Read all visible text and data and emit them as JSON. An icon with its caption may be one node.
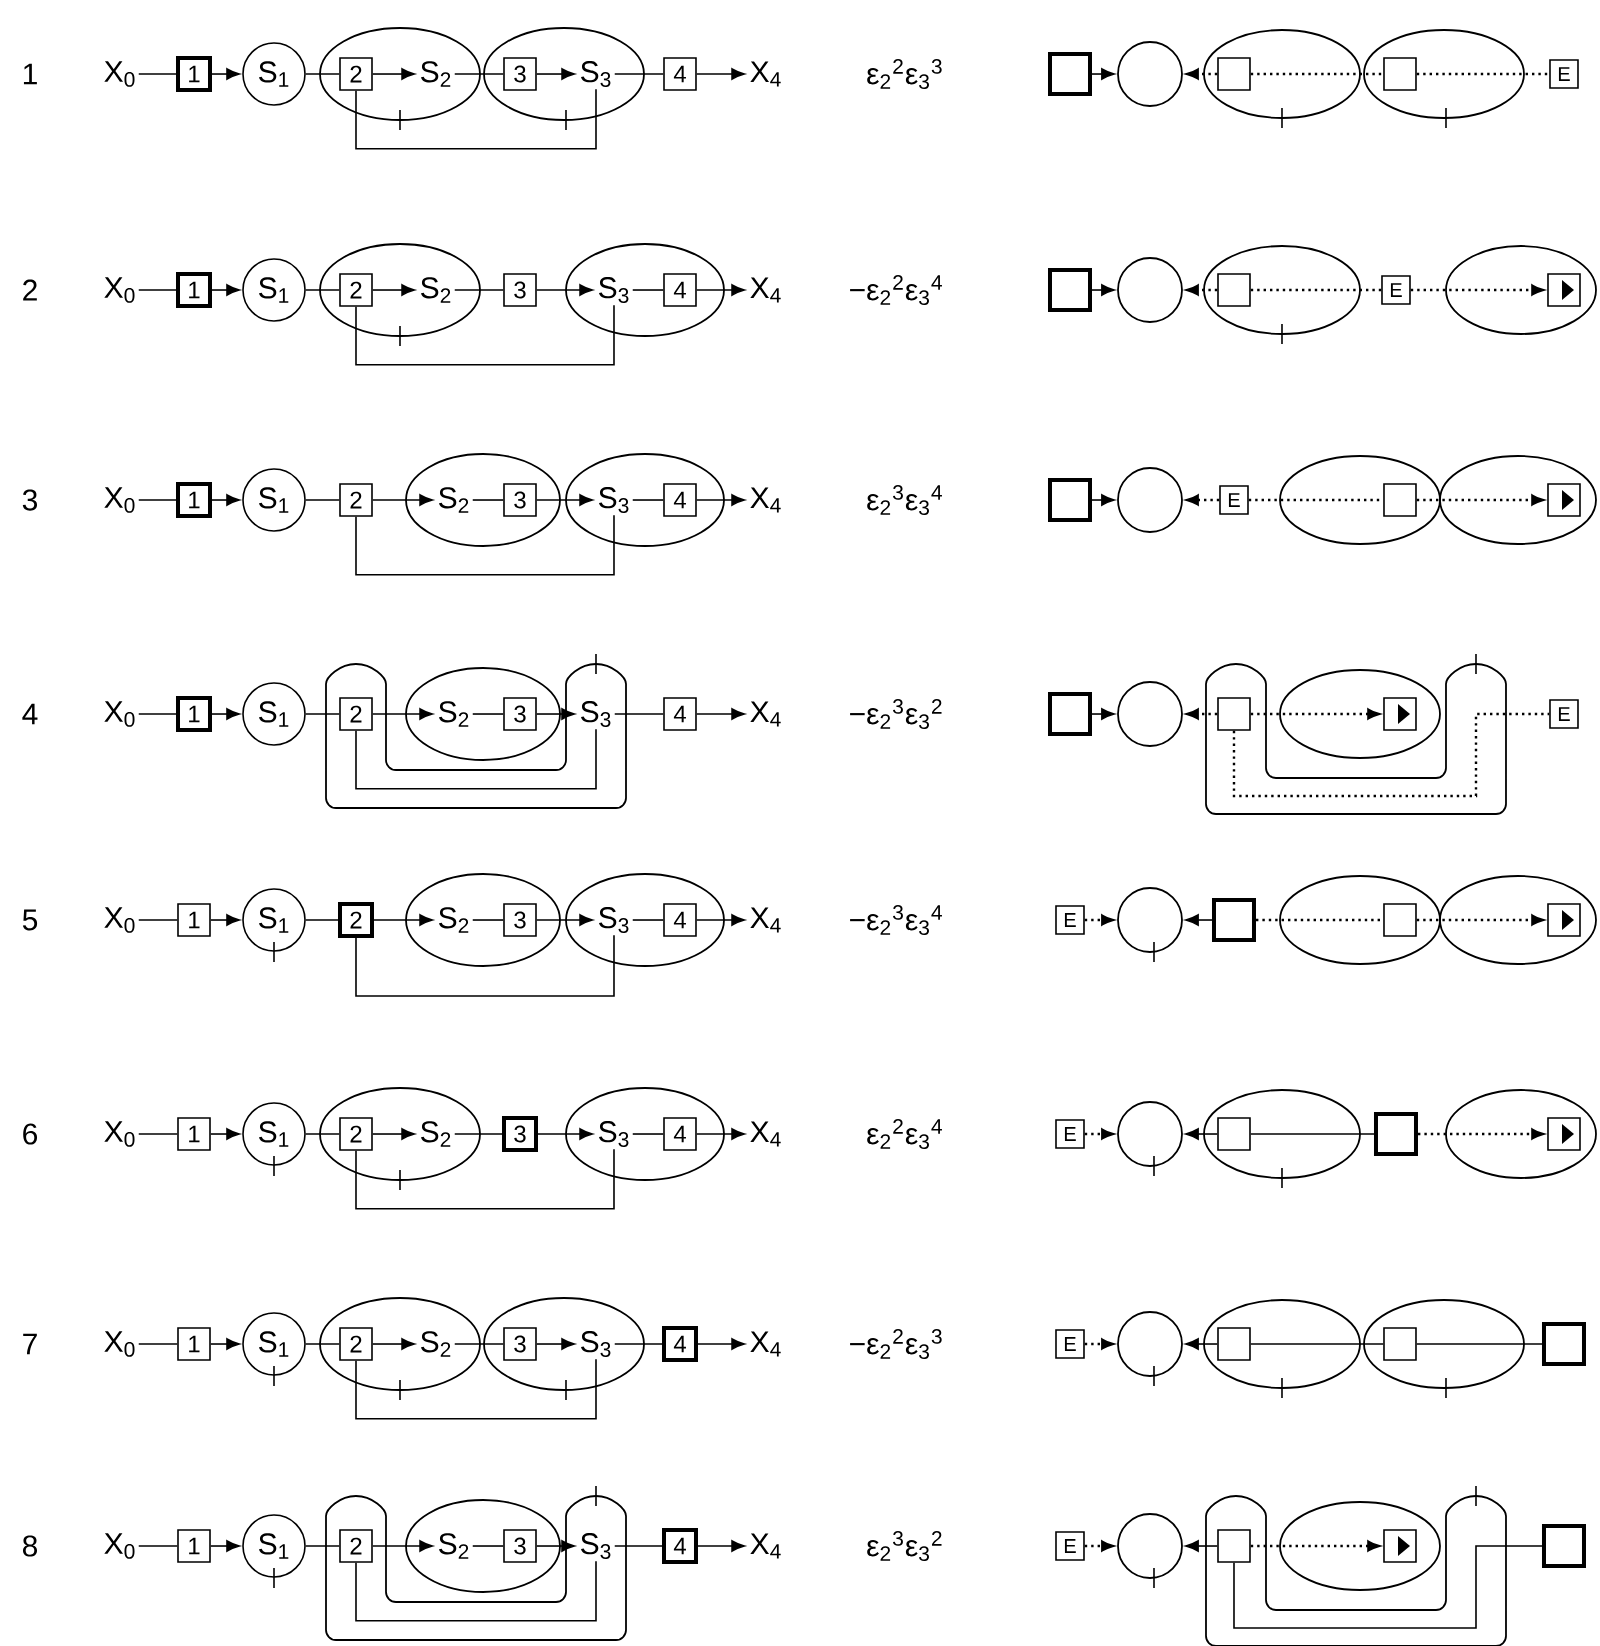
{
  "diagram": {
    "nodes": [
      {
        "text": [
          "X$_{0}$"
        ]
      },
      {
        "text": [
          "1"
        ]
      },
      {
        "text": [
          "S$_{1}$"
        ]
      },
      {
        "text": [],
        "shape": "ellipse"
      },
      {
        "text": [
          "2"
        ],
        "in": 3
      },
      {
        "text": [
          "S$_{2}$"
        ],
        "in": 3
      },
      {
        "text": [],
        "shape": "ellipse"
      },
      {
        "text": [
          "3"
        ],
        "in": 6
      },
      {
        "text": [
          "S$_{3}$"
        ],
        "in": 6
      },
      {
        "text": [
          "4"
        ]
      },
      {
        "text": [
          "X$_{4}$"
        ]
      },
      {
        "text": [],
        "shape": "box"
      },
      {
        "text": [],
        "shape": "circle"
      },
      {
        "text": [],
        "shape": "ellipse"
      },
      {
        "text": [],
        "shape": "box",
        "in": 13
      },
      {
        "text": [],
        "shape": "ellipse"
      },
      {
        "text": [],
        "shape": "box",
        "in": 15
      },
      {
        "text": [
          "E"
        ]
      },
      {
        "text": [
          "X$_{0}$"
        ]
      },
      {
        "text": [
          "1"
        ]
      },
      {
        "text": [
          "S$_{1}$"
        ]
      },
      {
        "text": [],
        "shape": "ellipse"
      },
      {
        "text": [
          "2"
        ],
        "in": 21
      },
      {
        "text": [
          "S$_{2}$"
        ],
        "in": 21
      },
      {
        "text": [
          "3"
        ]
      },
      {
        "text": [],
        "shape": "ellipse"
      },
      {
        "text": [
          "S$_{3}$"
        ],
        "in": 25
      },
      {
        "text": [
          "4"
        ],
        "in": 25
      },
      {
        "text": [
          "X$_{4}$"
        ]
      },
      {
        "text": [],
        "shape": "box"
      },
      {
        "text": [],
        "shape": "circle"
      },
      {
        "text": [],
        "shape": "ellipse"
      },
      {
        "text": [],
        "shape": "box",
        "in": 31
      },
      {
        "text": [
          "E"
        ]
      },
      {
        "text": [],
        "shape": "ellipse"
      },
      {
        "text": [],
        "shape": "box",
        "in": 34
      },
      {
        "text": [
          "X$_{0}$"
        ]
      },
      {
        "text": [
          "1"
        ]
      },
      {
        "text": [
          "S$_{1}$"
        ]
      },
      {
        "text": [
          "2"
        ]
      },
      {
        "text": [],
        "shape": "ellipse"
      },
      {
        "text": [
          "S$_{2}$"
        ],
        "in": 40
      },
      {
        "text": [
          "3"
        ],
        "in": 40
      },
      {
        "text": [],
        "shape": "ellipse"
      },
      {
        "text": [
          "S$_{3}$"
        ],
        "in": 43
      },
      {
        "text": [
          "4"
        ],
        "in": 43
      },
      {
        "text": [
          "X$_{4}$"
        ]
      },
      {
        "text": [],
        "shape": "box"
      },
      {
        "text": [],
        "shape": "circle"
      },
      {
        "text": [
          "E"
        ]
      },
      {
        "text": [],
        "shape": "ellipse"
      },
      {
        "text": [],
        "shape": "box",
        "in": 50
      },
      {
        "text": [],
        "shape": "ellipse"
      },
      {
        "text": [],
        "shape": "box",
        "in": 52
      },
      {
        "text": [
          "X$_{0}$"
        ]
      },
      {
        "text": [
          "1"
        ]
      },
      {
        "text": [
          "S$_{1}$"
        ]
      },
      {
        "text": [],
        "shape": "band"
      },
      {
        "text": [
          "2"
        ],
        "in": 57
      },
      {
        "text": [],
        "shape": "ellipse"
      },
      {
        "text": [
          "S$_{2}$"
        ],
        "in": 59
      },
      {
        "text": [
          "3"
        ],
        "in": 59
      },
      {
        "text": [
          "S$_{3}$"
        ],
        "in": 57
      },
      {
        "text": [
          "4"
        ]
      },
      {
        "text": [
          "X$_{4}$"
        ]
      },
      {
        "text": [],
        "shape": "box"
      },
      {
        "text": [],
        "shape": "circle"
      },
      {
        "text": [],
        "shape": "band"
      },
      {
        "text": [],
        "shape": "box",
        "in": 67
      },
      {
        "text": [],
        "shape": "ellipse"
      },
      {
        "text": [],
        "shape": "box",
        "in": 69
      },
      {
        "text": [
          "E"
        ]
      },
      {
        "text": [
          "X$_{0}$"
        ]
      },
      {
        "text": [
          "1"
        ]
      },
      {
        "text": [
          "S$_{1}$"
        ]
      },
      {
        "text": [
          "2"
        ]
      },
      {
        "text": [],
        "shape": "ellipse"
      },
      {
        "text": [
          "S$_{2}$"
        ],
        "in": 76
      },
      {
        "text": [
          "3"
        ],
        "in": 76
      },
      {
        "text": [],
        "shape": "ellipse"
      },
      {
        "text": [
          "S$_{3}$"
        ],
        "in": 79
      },
      {
        "text": [
          "4"
        ],
        "in": 79
      },
      {
        "text": [
          "X$_{4}$"
        ]
      },
      {
        "text": [
          "E"
        ]
      },
      {
        "text": [],
        "shape": "circle"
      },
      {
        "text": [],
        "shape": "box"
      },
      {
        "text": [],
        "shape": "ellipse"
      },
      {
        "text": [],
        "shape": "box",
        "in": 86
      },
      {
        "text": [],
        "shape": "ellipse"
      },
      {
        "text": [],
        "shape": "box",
        "in": 88
      },
      {
        "text": [
          "X$_{0}$"
        ]
      },
      {
        "text": [
          "1"
        ]
      },
      {
        "text": [
          "S$_{1}$"
        ]
      },
      {
        "text": [],
        "shape": "ellipse"
      },
      {
        "text": [
          "2"
        ],
        "in": 93
      },
      {
        "text": [
          "S$_{2}$"
        ],
        "in": 93
      },
      {
        "text": [
          "3"
        ]
      },
      {
        "text": [],
        "shape": "ellipse"
      },
      {
        "text": [
          "S$_{3}$"
        ],
        "in": 97
      },
      {
        "text": [
          "4"
        ],
        "in": 97
      },
      {
        "text": [
          "X$_{4}$"
        ]
      },
      {
        "text": [
          "E"
        ]
      },
      {
        "text": [],
        "shape": "circle"
      },
      {
        "text": [],
        "shape": "ellipse"
      },
      {
        "text": [],
        "shape": "box",
        "in": 103
      },
      {
        "text": [],
        "shape": "box"
      },
      {
        "text": [],
        "shape": "ellipse"
      },
      {
        "text": [],
        "shape": "box",
        "in": 106
      },
      {
        "text": [
          "X$_{0}$"
        ]
      },
      {
        "text": [
          "1"
        ]
      },
      {
        "text": [
          "S$_{1}$"
        ]
      },
      {
        "text": [],
        "shape": "ellipse"
      },
      {
        "text": [
          "2"
        ],
        "in": 111
      },
      {
        "text": [
          "S$_{2}$"
        ],
        "in": 111
      },
      {
        "text": [],
        "shape": "ellipse"
      },
      {
        "text": [
          "3"
        ],
        "in": 114
      },
      {
        "text": [
          "S$_{3}$"
        ],
        "in": 114
      },
      {
        "text": [
          "4"
        ]
      },
      {
        "text": [
          "X$_{4}$"
        ]
      },
      {
        "text": [
          "E"
        ]
      },
      {
        "text": [],
        "shape": "circle"
      },
      {
        "text": [],
        "shape": "ellipse"
      },
      {
        "text": [],
        "shape": "box",
        "in": 121
      },
      {
        "text": [],
        "shape": "ellipse"
      },
      {
        "text": [],
        "shape": "box",
        "in": 123
      },
      {
        "text": [],
        "shape": "box"
      },
      {
        "text": [
          "X$_{0}$"
        ]
      },
      {
        "text": [
          "1"
        ]
      },
      {
        "text": [
          "S$_{1}$"
        ]
      },
      {
        "text": [],
        "shape": "band"
      },
      {
        "text": [
          "2"
        ],
        "in": 129
      },
      {
        "text": [],
        "shape": "ellipse"
      },
      {
        "text": [
          "S$_{2}$"
        ],
        "in": 131
      },
      {
        "text": [
          "3"
        ],
        "in": 131
      },
      {
        "text": [
          "S$_{3}$"
        ],
        "in": 129
      },
      {
        "text": [
          "4"
        ]
      },
      {
        "text": [
          "X$_{4}$"
        ]
      },
      {
        "text": [
          "E"
        ]
      },
      {
        "text": [],
        "shape": "circle"
      },
      {
        "text": [],
        "shape": "band"
      },
      {
        "text": [],
        "shape": "box",
        "in": 139
      },
      {
        "text": [],
        "shape": "ellipse"
      },
      {
        "text": [],
        "shape": "box",
        "in": 141
      },
      {
        "text": [],
        "shape": "box"
      }
    ],
    "edges": [
      {
        "from": 0,
        "to": 1,
        "arrow": "none"
      },
      {
        "from": 1,
        "to": 2,
        "arrow": "to"
      },
      {
        "from": 2,
        "to": 4,
        "arrow": "none"
      },
      {
        "from": 4,
        "to": 5,
        "arrow": "to"
      },
      {
        "from": 5,
        "to": 7,
        "arrow": "none"
      },
      {
        "from": 7,
        "to": 8,
        "arrow": "to"
      },
      {
        "from": 8,
        "to": 9,
        "arrow": "none"
      },
      {
        "from": 9,
        "to": 10,
        "arrow": "to"
      },
      {
        "from": 4,
        "to": 8,
        "arrow": "none"
      },
      {
        "from": 11,
        "to": 12,
        "arrow": "to"
      },
      {
        "from": 14,
        "to": 12,
        "arrow": "to",
        "style": "dashed"
      },
      {
        "from": 14,
        "to": 16,
        "arrow": "none",
        "style": "dashed"
      },
      {
        "from": 16,
        "to": 17,
        "arrow": "none",
        "style": "dashed"
      },
      {
        "from": 18,
        "to": 19,
        "arrow": "none"
      },
      {
        "from": 19,
        "to": 20,
        "arrow": "to"
      },
      {
        "from": 20,
        "to": 22,
        "arrow": "none"
      },
      {
        "from": 22,
        "to": 23,
        "arrow": "to"
      },
      {
        "from": 23,
        "to": 24,
        "arrow": "none"
      },
      {
        "from": 24,
        "to": 26,
        "arrow": "to"
      },
      {
        "from": 26,
        "to": 27,
        "arrow": "none"
      },
      {
        "from": 27,
        "to": 28,
        "arrow": "to"
      },
      {
        "from": 22,
        "to": 26,
        "arrow": "none"
      },
      {
        "from": 29,
        "to": 30,
        "arrow": "to"
      },
      {
        "from": 32,
        "to": 30,
        "arrow": "to",
        "style": "dashed"
      },
      {
        "from": 32,
        "to": 33,
        "arrow": "none",
        "style": "dashed"
      },
      {
        "from": 33,
        "to": 35,
        "arrow": "to",
        "style": "dashed"
      },
      {
        "from": 36,
        "to": 37,
        "arrow": "none"
      },
      {
        "from": 37,
        "to": 38,
        "arrow": "to"
      },
      {
        "from": 38,
        "to": 39,
        "arrow": "none"
      },
      {
        "from": 39,
        "to": 41,
        "arrow": "to"
      },
      {
        "from": 41,
        "to": 42,
        "arrow": "none"
      },
      {
        "from": 42,
        "to": 44,
        "arrow": "to"
      },
      {
        "from": 44,
        "to": 45,
        "arrow": "none"
      },
      {
        "from": 45,
        "to": 46,
        "arrow": "to"
      },
      {
        "from": 39,
        "to": 44,
        "arrow": "none"
      },
      {
        "from": 47,
        "to": 48,
        "arrow": "to"
      },
      {
        "from": 49,
        "to": 48,
        "arrow": "to",
        "style": "dashed"
      },
      {
        "from": 49,
        "to": 51,
        "arrow": "none",
        "style": "dashed"
      },
      {
        "from": 51,
        "to": 53,
        "arrow": "to",
        "style": "dashed"
      },
      {
        "from": 54,
        "to": 55,
        "arrow": "none"
      },
      {
        "from": 55,
        "to": 56,
        "arrow": "to"
      },
      {
        "from": 56,
        "to": 58,
        "arrow": "none"
      },
      {
        "from": 58,
        "to": 60,
        "arrow": "to"
      },
      {
        "from": 60,
        "to": 61,
        "arrow": "none"
      },
      {
        "from": 61,
        "to": 62,
        "arrow": "to"
      },
      {
        "from": 62,
        "to": 63,
        "arrow": "none"
      },
      {
        "from": 63,
        "to": 64,
        "arrow": "to"
      },
      {
        "from": 58,
        "to": 62,
        "arrow": "none"
      },
      {
        "from": 65,
        "to": 66,
        "arrow": "to"
      },
      {
        "from": 68,
        "to": 66,
        "arrow": "to",
        "style": "dashed"
      },
      {
        "from": 68,
        "to": 70,
        "arrow": "to",
        "style": "dashed"
      },
      {
        "from": 68,
        "to": 71,
        "arrow": "none",
        "style": "dashed"
      },
      {
        "from": 72,
        "to": 73,
        "arrow": "none"
      },
      {
        "from": 73,
        "to": 74,
        "arrow": "to"
      },
      {
        "from": 74,
        "to": 75,
        "arrow": "none"
      },
      {
        "from": 75,
        "to": 77,
        "arrow": "to"
      },
      {
        "from": 77,
        "to": 78,
        "arrow": "none"
      },
      {
        "from": 78,
        "to": 80,
        "arrow": "to"
      },
      {
        "from": 80,
        "to": 81,
        "arrow": "none"
      },
      {
        "from": 81,
        "to": 82,
        "arrow": "to"
      },
      {
        "from": 75,
        "to": 80,
        "arrow": "none"
      },
      {
        "from": 83,
        "to": 84,
        "arrow": "to",
        "style": "dashed"
      },
      {
        "from": 85,
        "to": 84,
        "arrow": "to"
      },
      {
        "from": 85,
        "to": 87,
        "arrow": "none",
        "style": "dashed"
      },
      {
        "from": 87,
        "to": 89,
        "arrow": "to",
        "style": "dashed"
      },
      {
        "from": 90,
        "to": 91,
        "arrow": "none"
      },
      {
        "from": 91,
        "to": 92,
        "arrow": "to"
      },
      {
        "from": 92,
        "to": 94,
        "arrow": "none"
      },
      {
        "from": 94,
        "to": 95,
        "arrow": "to"
      },
      {
        "from": 95,
        "to": 96,
        "arrow": "none"
      },
      {
        "from": 96,
        "to": 98,
        "arrow": "to"
      },
      {
        "from": 98,
        "to": 99,
        "arrow": "none"
      },
      {
        "from": 99,
        "to": 100,
        "arrow": "to"
      },
      {
        "from": 94,
        "to": 98,
        "arrow": "none"
      },
      {
        "from": 101,
        "to": 102,
        "arrow": "to",
        "style": "dashed"
      },
      {
        "from": 104,
        "to": 102,
        "arrow": "to"
      },
      {
        "from": 104,
        "to": 105,
        "arrow": "none"
      },
      {
        "from": 105,
        "to": 107,
        "arrow": "to",
        "style": "dashed"
      },
      {
        "from": 108,
        "to": 109,
        "arrow": "none"
      },
      {
        "from": 109,
        "to": 110,
        "arrow": "to"
      },
      {
        "from": 110,
        "to": 112,
        "arrow": "none"
      },
      {
        "from": 112,
        "to": 113,
        "arrow": "to"
      },
      {
        "from": 113,
        "to": 115,
        "arrow": "none"
      },
      {
        "from": 115,
        "to": 116,
        "arrow": "to"
      },
      {
        "from": 116,
        "to": 117,
        "arrow": "none"
      },
      {
        "from": 117,
        "to": 118,
        "arrow": "to"
      },
      {
        "from": 112,
        "to": 116,
        "arrow": "none"
      },
      {
        "from": 119,
        "to": 120,
        "arrow": "to",
        "style": "dashed"
      },
      {
        "from": 122,
        "to": 120,
        "arrow": "to"
      },
      {
        "from": 122,
        "to": 124,
        "arrow": "none"
      },
      {
        "from": 124,
        "to": 125,
        "arrow": "none"
      },
      {
        "from": 126,
        "to": 127,
        "arrow": "none"
      },
      {
        "from": 127,
        "to": 128,
        "arrow": "to"
      },
      {
        "from": 128,
        "to": 130,
        "arrow": "none"
      },
      {
        "from": 130,
        "to": 132,
        "arrow": "to"
      },
      {
        "from": 132,
        "to": 133,
        "arrow": "none"
      },
      {
        "from": 133,
        "to": 134,
        "arrow": "to"
      },
      {
        "from": 134,
        "to": 135,
        "arrow": "none"
      },
      {
        "from": 135,
        "to": 136,
        "arrow": "to"
      },
      {
        "from": 130,
        "to": 134,
        "arrow": "none"
      },
      {
        "from": 137,
        "to": 138,
        "arrow": "to",
        "style": "dashed"
      },
      {
        "from": 140,
        "to": 138,
        "arrow": "to"
      },
      {
        "from": 140,
        "to": 142,
        "arrow": "to",
        "style": "dashed"
      },
      {
        "from": 140,
        "to": 143,
        "arrow": "none"
      }
    ],
    "labels": [
      "1",
      "ε$_{2}$$^{2}$ε$_{3}$$^{3}$",
      "2",
      "−ε$_{2}$$^{2}$ε$_{3}$$^{4}$",
      "3",
      "ε$_{2}$$^{3}$ε$_{3}$$^{4}$",
      "4",
      "−ε$_{2}$$^{3}$ε$_{3}$$^{2}$",
      "5",
      "−ε$_{2}$$^{3}$ε$_{3}$$^{4}$",
      "6",
      "ε$_{2}$$^{2}$ε$_{3}$$^{4}$",
      "7",
      "−ε$_{2}$$^{2}$ε$_{3}$$^{3}$",
      "8",
      "ε$_{2}$$^{3}$ε$_{3}$$^{2}$"
    ]
  }
}
